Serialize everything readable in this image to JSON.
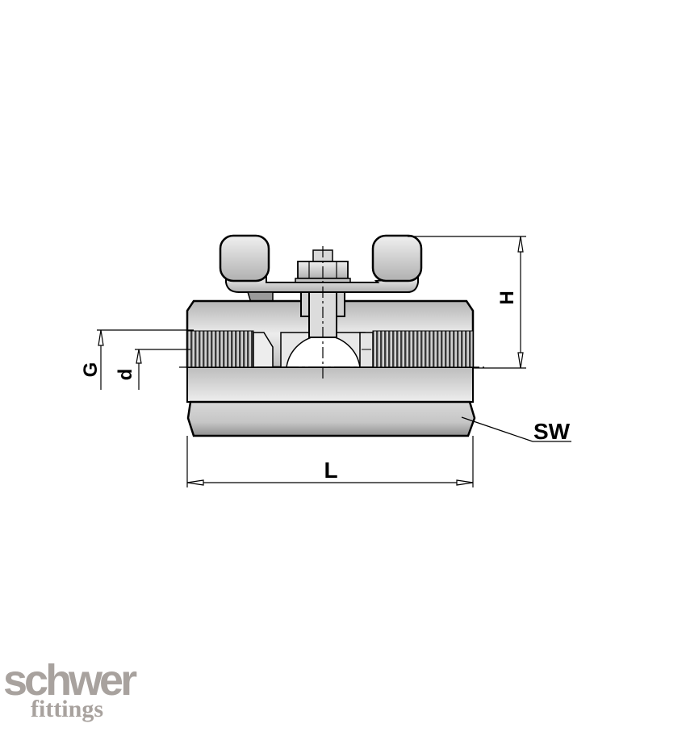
{
  "drawing": {
    "subject": "ball valve with wing handle, female thread both ends",
    "dimensions": {
      "G": "G",
      "d": "d",
      "H": "H",
      "SW": "SW",
      "L": "L"
    }
  },
  "logo": {
    "main": "schwer",
    "sub": "fittings",
    "color": "#a8a29e"
  },
  "colors": {
    "line": "#000000",
    "body_light": "#e6e6e6",
    "body_dark": "#a9a9a9",
    "thread": "#5a5a5a"
  }
}
